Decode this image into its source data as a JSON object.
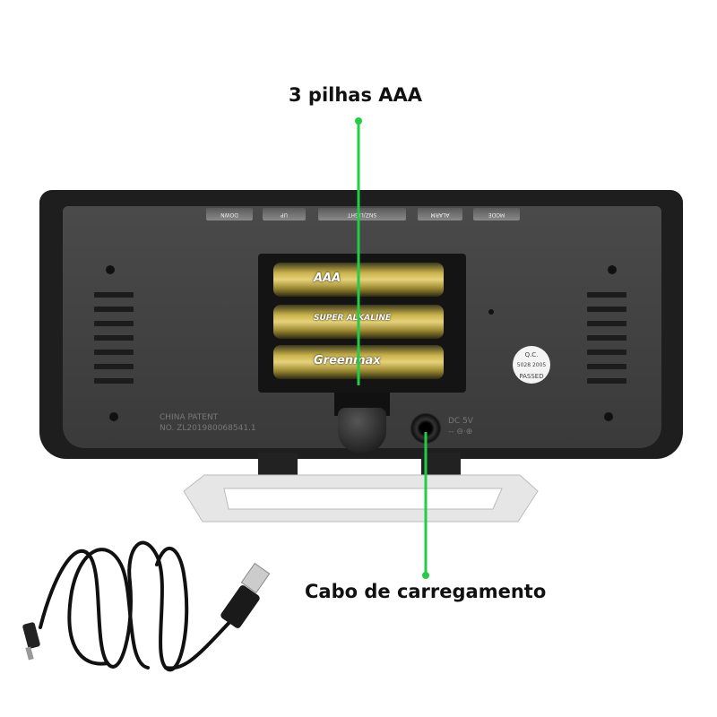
{
  "annotations": {
    "batteries_label": "3 pilhas AAA",
    "charging_cable_label": "Cabo de carregamento",
    "pointer_color": "#22cc44"
  },
  "clock": {
    "buttons": [
      "DOWN",
      "UP",
      "SNZ/LIGHT",
      "ALARM",
      "MODE"
    ],
    "patent_text": [
      "CHINA PATENT",
      "NO. ZL201980068541.1"
    ],
    "power_label": [
      "DC 5V",
      "-- ⊖·⊕"
    ],
    "battery_brand": "Greenmax",
    "battery_type": "AAA",
    "battery_subtitle": "SUPER ALKALINE",
    "qc_sticker": [
      "Q.C.",
      "PASSED"
    ]
  }
}
